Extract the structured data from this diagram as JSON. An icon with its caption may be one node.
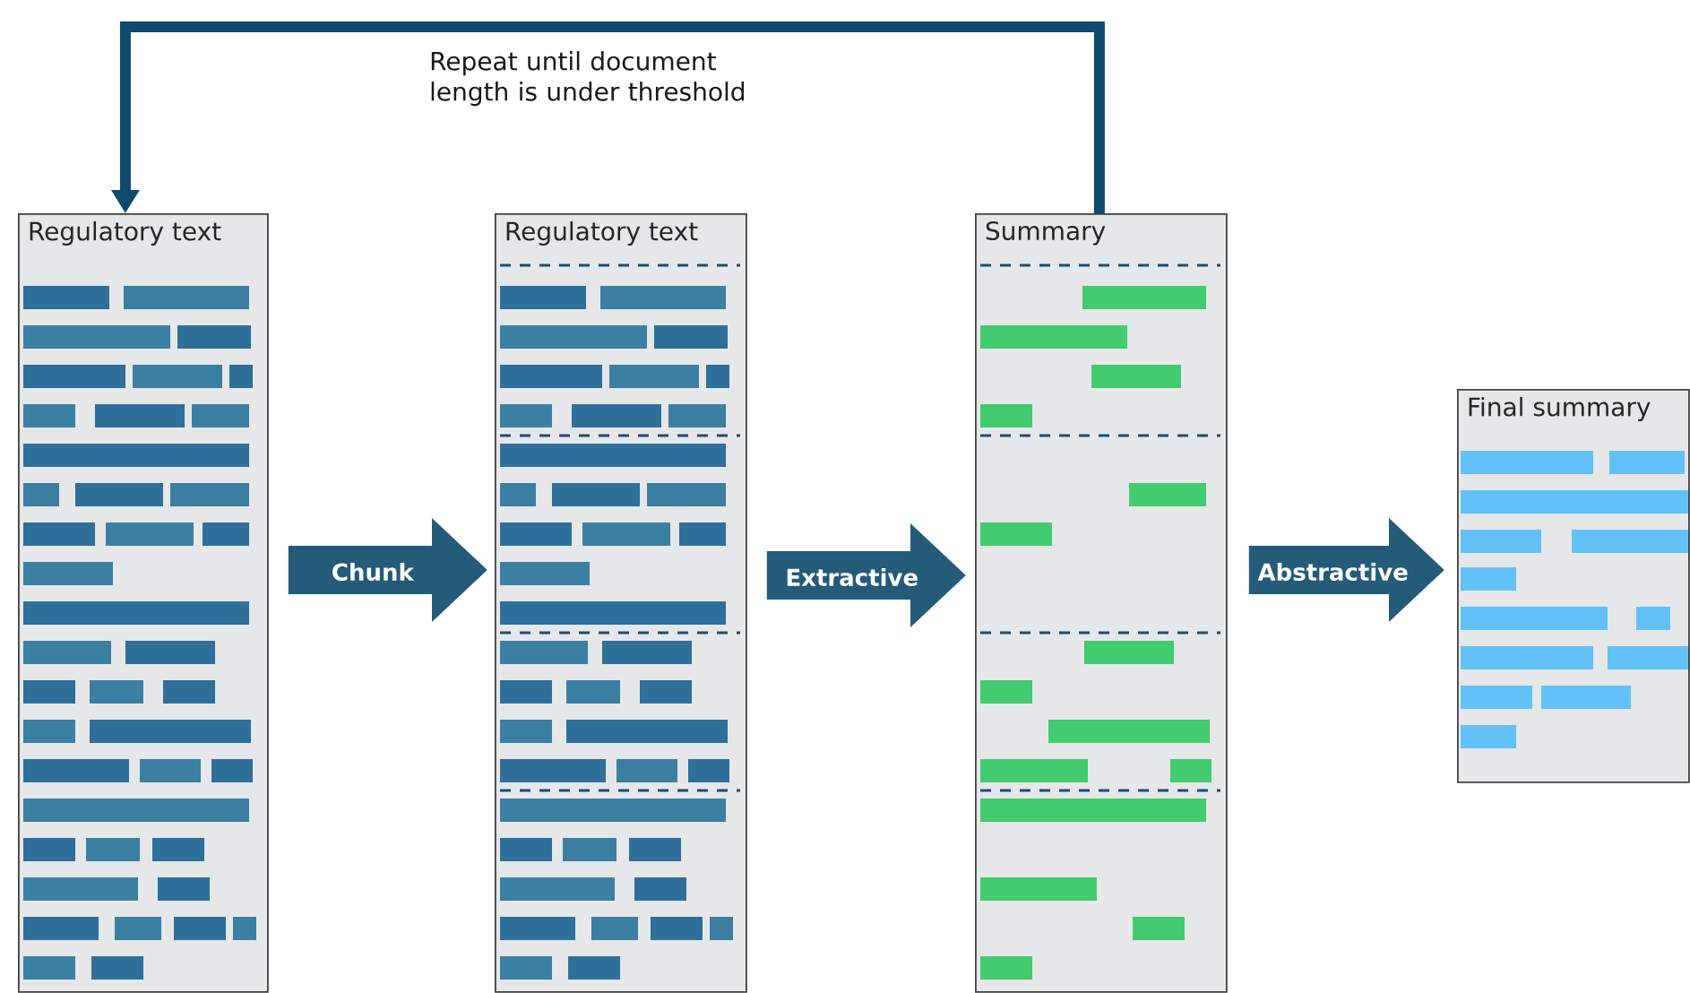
{
  "diagram": {
    "nodes": [
      {
        "text": [
          "Regulatory text"
        ]
      },
      {
        "text": [
          "Regulatory text"
        ]
      },
      {
        "text": [
          "Summary"
        ]
      },
      {
        "text": [
          "Final summary"
        ]
      }
    ],
    "edges": [
      {
        "from": 0,
        "to": 1,
        "arrow": "to",
        "label": "Chunk"
      },
      {
        "from": 1,
        "to": 2,
        "arrow": "to",
        "label": "Extractive"
      },
      {
        "from": 2,
        "to": 3,
        "arrow": "to",
        "label": "Abstractive"
      },
      {
        "from": 2,
        "to": 0,
        "arrow": "to",
        "label": "Repeat until document length is under threshold",
        "color": "#0e4a6e"
      }
    ]
  }
}
